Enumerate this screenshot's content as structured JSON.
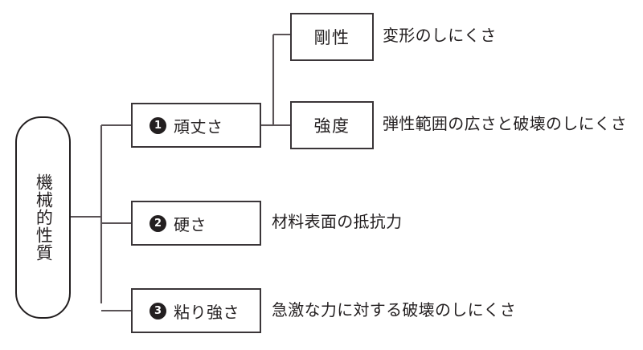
{
  "diagram": {
    "type": "tree-diagram",
    "orientation": "left-to-right",
    "line_color": "#5a5356",
    "text_color": "#231f20",
    "background": "#ffffff",
    "root": {
      "label": "機械的性質",
      "shape": "stadium",
      "text_direction": "vertical"
    },
    "branches": [
      {
        "bullet": "1",
        "label": "頑丈さ",
        "children": [
          {
            "label": "剛性",
            "description": "変形のしにくさ"
          },
          {
            "label": "強度",
            "description": "弾性範囲の広さと破壊のしにくさ"
          }
        ]
      },
      {
        "bullet": "2",
        "label": "硬さ",
        "description": "材料表面の抵抗力",
        "children": []
      },
      {
        "bullet": "3",
        "label": "粘り強さ",
        "description": "急激な力に対する破壊のしにくさ",
        "children": []
      }
    ]
  }
}
